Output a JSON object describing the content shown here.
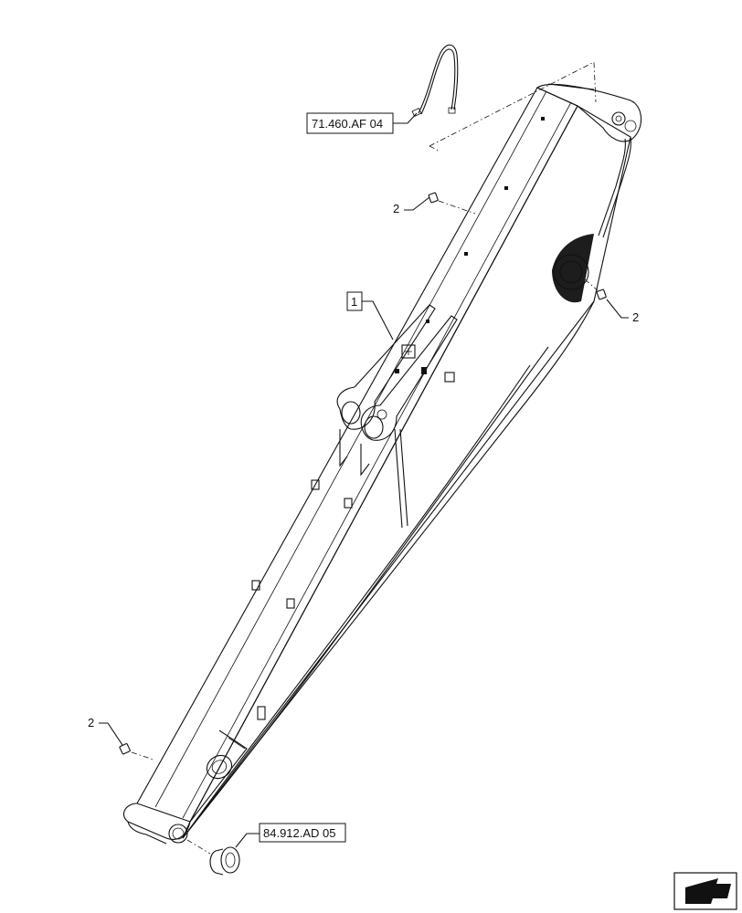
{
  "diagram": {
    "references": [
      {
        "id": "ref-hose",
        "label": "71.460.AF 04"
      },
      {
        "id": "ref-bushing",
        "label": "84.912.AD 05"
      }
    ],
    "items": [
      {
        "id": "item-1",
        "label": "1"
      },
      {
        "id": "item-2-top",
        "label": "2"
      },
      {
        "id": "item-2-right",
        "label": "2"
      },
      {
        "id": "item-2-bottom",
        "label": "2"
      }
    ],
    "nav_icon": "next-page-arrow-icon"
  }
}
